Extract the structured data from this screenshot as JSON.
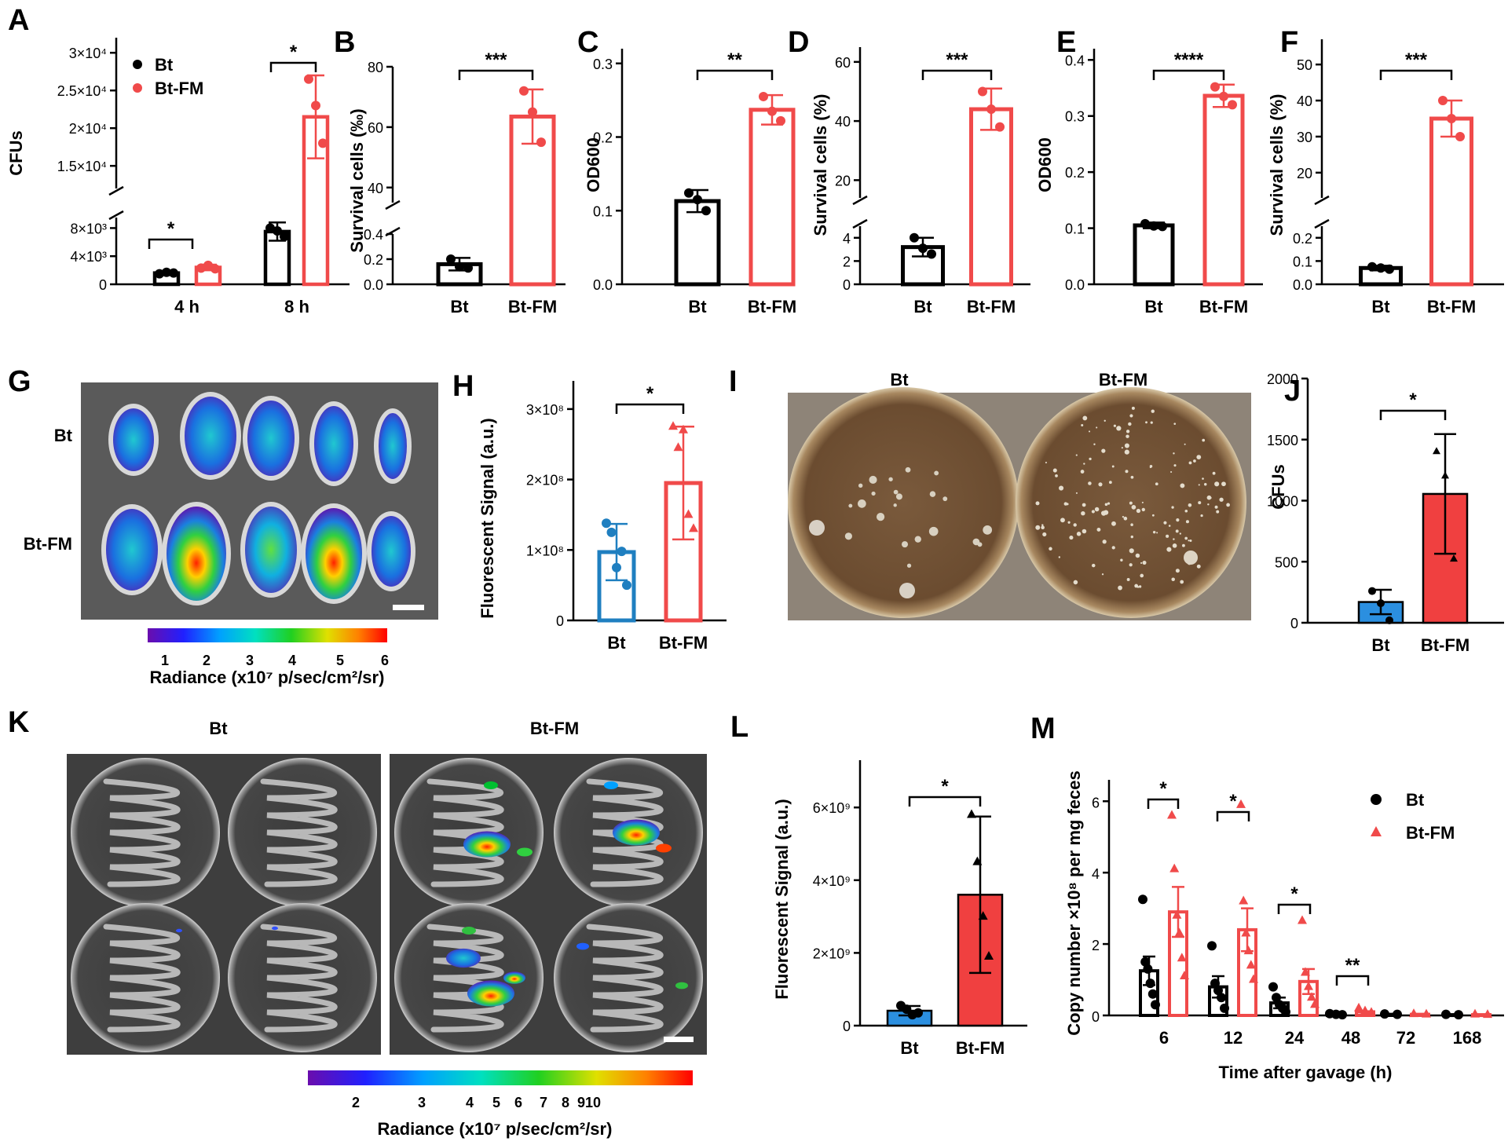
{
  "colors": {
    "bt": "#000000",
    "btfm": "#f04a4a",
    "blue": "#1f7fc0",
    "bar_blue": "#2b8fe0",
    "bar_red": "#f04040"
  },
  "chart_data": [
    {
      "id": "A",
      "panel": "A",
      "type": "bar",
      "style": "hollow",
      "ylabel": "CFUs",
      "categories": [
        "4 h",
        "8 h"
      ],
      "series": [
        {
          "name": "Bt",
          "values": [
            1600,
            7500
          ],
          "err": [
            300,
            1300
          ],
          "points": [
            [
              1500,
              1700,
              1600
            ],
            [
              8000,
              7600,
              6800
            ]
          ]
        },
        {
          "name": "Bt-FM",
          "values": [
            2400,
            21500
          ],
          "err": [
            400,
            5500
          ],
          "points": [
            [
              2300,
              2700,
              2200
            ],
            [
              26500,
              23000,
              18000
            ]
          ]
        }
      ],
      "yticks_upper": [
        "1.5×10⁴",
        "2×10⁴",
        "2.5×10⁴",
        "3×10⁴"
      ],
      "yticks_lower": [
        "0",
        "4×10³",
        "8×10³"
      ],
      "significance": [
        {
          "category": "4 h",
          "label": "*"
        },
        {
          "category": "8 h",
          "label": "*"
        }
      ],
      "legend": [
        "Bt",
        "Bt-FM"
      ]
    },
    {
      "id": "B",
      "panel": "B",
      "type": "bar",
      "style": "hollow",
      "ylabel": "Survival cells (‰)",
      "categories": [
        "Bt",
        "Bt-FM"
      ],
      "values": [
        0.16,
        63.5
      ],
      "err": [
        0.05,
        9
      ],
      "points": [
        [
          0.2,
          0.14,
          0.13
        ],
        [
          72,
          65,
          55
        ]
      ],
      "yticks_upper": [
        "40",
        "60",
        "80"
      ],
      "yticks_lower": [
        "0.0",
        "0.2",
        "0.4"
      ],
      "significance": "***"
    },
    {
      "id": "C",
      "panel": "C",
      "type": "bar",
      "style": "hollow",
      "ylabel": "OD600",
      "categories": [
        "Bt",
        "Bt-FM"
      ],
      "values": [
        0.113,
        0.237
      ],
      "err": [
        0.015,
        0.02
      ],
      "points": [
        [
          0.124,
          0.115,
          0.1
        ],
        [
          0.255,
          0.235,
          0.222
        ]
      ],
      "yticks": [
        "0.0",
        "0.1",
        "0.2",
        "0.3"
      ],
      "ylim": [
        0,
        0.32
      ],
      "significance": "**"
    },
    {
      "id": "D",
      "panel": "D",
      "type": "bar",
      "style": "hollow",
      "ylabel": "Survival cells (%)",
      "categories": [
        "Bt",
        "Bt-FM"
      ],
      "values": [
        3.2,
        44
      ],
      "err": [
        0.8,
        7
      ],
      "points": [
        [
          4,
          3.1,
          2.6
        ],
        [
          50,
          44,
          38
        ]
      ],
      "yticks_upper": [
        "20",
        "40",
        "60"
      ],
      "yticks_lower": [
        "0",
        "2",
        "4"
      ],
      "significance": "***"
    },
    {
      "id": "E",
      "panel": "E",
      "type": "bar",
      "style": "hollow",
      "ylabel": "OD600",
      "categories": [
        "Bt",
        "Bt-FM"
      ],
      "values": [
        0.105,
        0.336
      ],
      "err": [
        0.005,
        0.02
      ],
      "points": [
        [
          0.108,
          0.104,
          0.103
        ],
        [
          0.352,
          0.335,
          0.32
        ]
      ],
      "yticks": [
        "0.0",
        "0.1",
        "0.2",
        "0.3",
        "0.4"
      ],
      "ylim": [
        0,
        0.42
      ],
      "significance": "****"
    },
    {
      "id": "F",
      "panel": "F",
      "type": "bar",
      "style": "hollow",
      "ylabel": "Survival cells (%)",
      "categories": [
        "Bt",
        "Bt-FM"
      ],
      "values": [
        0.07,
        35
      ],
      "err": [
        0.01,
        5
      ],
      "points": [
        [
          0.075,
          0.07,
          0.065
        ],
        [
          40,
          35,
          30
        ]
      ],
      "yticks_upper": [
        "20",
        "30",
        "40",
        "50"
      ],
      "yticks_lower": [
        "0.0",
        "0.1",
        "0.2"
      ],
      "significance": "***"
    },
    {
      "id": "H",
      "panel": "H",
      "type": "bar",
      "style": "hollow",
      "ylabel": "Fluorescent Signal  (a.u.)",
      "categories": [
        "Bt",
        "Bt-FM"
      ],
      "values": [
        97000000.0,
        195000000.0
      ],
      "err": [
        40000000.0,
        80000000.0
      ],
      "points": [
        [
          138000000.0,
          125000000.0,
          75000000.0,
          98000000.0,
          50000000.0
        ],
        [
          275000000.0,
          245000000.0,
          270000000.0,
          150000000.0,
          130000000.0
        ]
      ],
      "yticks": [
        "0",
        "1×10⁸",
        "2×10⁸",
        "3×10⁸"
      ],
      "yvals": [
        0,
        100000000.0,
        200000000.0,
        300000000.0
      ],
      "ylim": [
        0,
        340000000.0
      ],
      "significance": "*"
    },
    {
      "id": "J",
      "panel": "J",
      "type": "bar",
      "style": "filled",
      "ylabel": "CFUs",
      "categories": [
        "Bt",
        "Bt-FM"
      ],
      "values": [
        170,
        1055
      ],
      "err": [
        100,
        490
      ],
      "points": [
        [
          260,
          160,
          20
        ],
        [
          1400,
          1200,
          520
        ]
      ],
      "yticks": [
        "0",
        "500",
        "1000",
        "1500",
        "2000"
      ],
      "yvals": [
        0,
        500,
        1000,
        1500,
        2000
      ],
      "ylim": [
        0,
        2000
      ],
      "significance": "*"
    },
    {
      "id": "L",
      "panel": "L",
      "type": "bar",
      "style": "filled",
      "ylabel": "Fluorescent Signal  (a.u.)",
      "categories": [
        "Bt",
        "Bt-FM"
      ],
      "values": [
        410000000.0,
        3600000000.0
      ],
      "err": [
        130000000.0,
        2150000000.0
      ],
      "points": [
        [
          550000000.0,
          450000000.0,
          300000000.0,
          350000000.0
        ],
        [
          5800000000.0,
          4500000000.0,
          3000000000.0,
          1900000000.0
        ]
      ],
      "yticks": [
        "0",
        "2×10⁹",
        "4×10⁹",
        "6×10⁹"
      ],
      "yvals": [
        0,
        2000000000.0,
        4000000000.0,
        6000000000.0
      ],
      "ylim": [
        0,
        7300000000.0
      ],
      "significance": "*"
    },
    {
      "id": "M",
      "panel": "M",
      "type": "bar",
      "style": "hollow",
      "xlabel": "Time after gavage (h)",
      "ylabel": "Copy number ×10⁸ per mg feces",
      "categories": [
        "6",
        "12",
        "24",
        "48",
        "72",
        "168"
      ],
      "series": [
        {
          "name": "Bt",
          "values": [
            1.25,
            0.8,
            0.35,
            0.03,
            0.03,
            0.02
          ],
          "err": [
            0.4,
            0.3,
            0.15,
            0.02,
            0.02,
            0.01
          ],
          "points": [
            [
              3.25,
              1.5,
              1.3,
              0.9,
              0.6,
              0.3
            ],
            [
              1.95,
              0.9,
              0.7,
              0.5,
              0.2
            ],
            [
              0.8,
              0.5,
              0.3,
              0.2,
              0.1
            ],
            [
              0.05,
              0.03,
              0.02
            ],
            [
              0.04,
              0.03
            ],
            [
              0.03,
              0.02
            ]
          ]
        },
        {
          "name": "Bt-FM",
          "values": [
            2.9,
            2.4,
            0.95,
            0.1,
            0.03,
            0.02
          ],
          "err": [
            0.7,
            0.6,
            0.35,
            0.04,
            0.02,
            0.01
          ],
          "points": [
            [
              5.6,
              4.1,
              2.8,
              2.3,
              1.6,
              1.1
            ],
            [
              5.9,
              3.2,
              2.3,
              1.8,
              1.4,
              1.0
            ],
            [
              2.65,
              1.2,
              0.8,
              0.5,
              0.3
            ],
            [
              0.2,
              0.12,
              0.08
            ],
            [
              0.04,
              0.03
            ],
            [
              0.03,
              0.02
            ]
          ]
        }
      ],
      "yticks": [
        "0",
        "2",
        "4",
        "6"
      ],
      "yvals": [
        0,
        2,
        4,
        6
      ],
      "ylim": [
        0,
        6.6
      ],
      "significance": [
        {
          "category": "6",
          "label": "*"
        },
        {
          "category": "12",
          "label": "*"
        },
        {
          "category": "24",
          "label": "*"
        },
        {
          "category": "48",
          "label": "**"
        }
      ],
      "legend": [
        "Bt",
        "Bt-FM"
      ]
    }
  ],
  "panels": {
    "G": {
      "label": "G",
      "rows": [
        "Bt",
        "Bt-FM"
      ],
      "colorbar_ticks": [
        "1",
        "2",
        "3",
        "4",
        "5",
        "6"
      ],
      "colorbar_label": "Radiance (x10⁷ p/sec/cm²/sr)"
    },
    "I": {
      "label": "I",
      "cols": [
        "Bt",
        "Bt-FM"
      ]
    },
    "K": {
      "label": "K",
      "cols": [
        "Bt",
        "Bt-FM"
      ],
      "colorbar_ticks": [
        "2",
        "3",
        "4",
        "5",
        "6",
        "7",
        "8",
        "910"
      ],
      "colorbar_label": "Radiance (x10⁷ p/sec/cm²/sr)"
    }
  }
}
